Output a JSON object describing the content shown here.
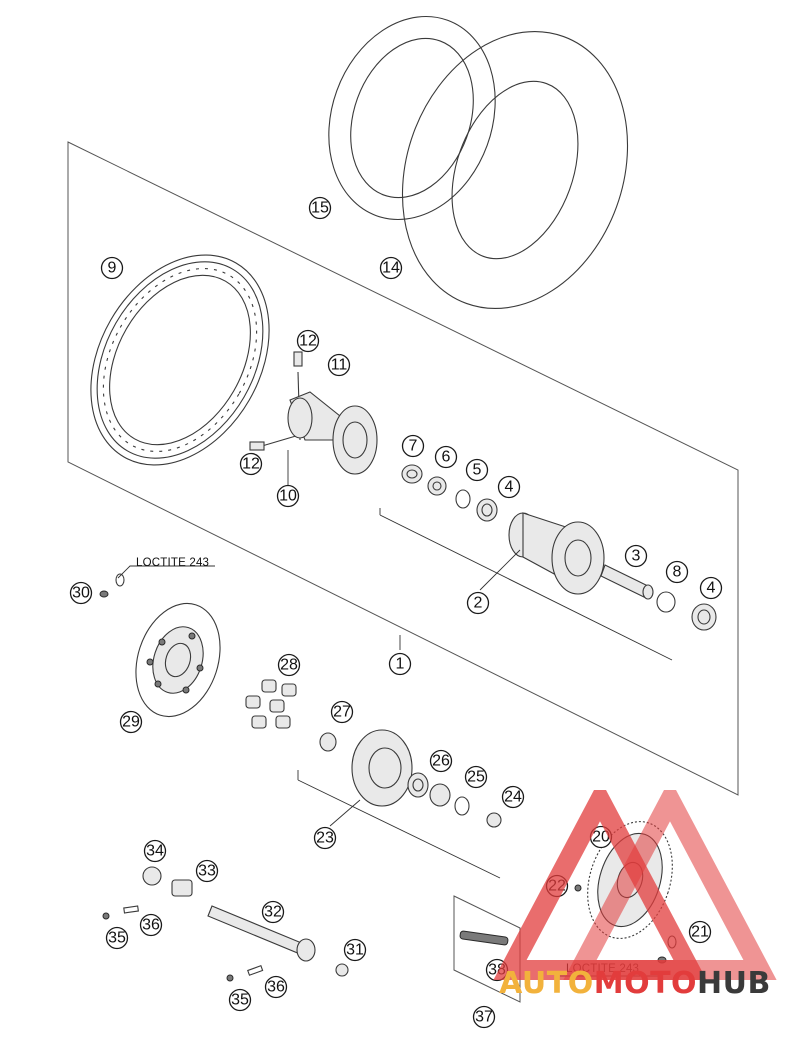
{
  "diagram": {
    "loctite_label": "LOCTITE 243",
    "callouts": [
      {
        "id": "c1",
        "label": "1"
      },
      {
        "id": "c2",
        "label": "2"
      },
      {
        "id": "c3",
        "label": "3"
      },
      {
        "id": "c4a",
        "label": "4"
      },
      {
        "id": "c4b",
        "label": "4"
      },
      {
        "id": "c5",
        "label": "5"
      },
      {
        "id": "c6",
        "label": "6"
      },
      {
        "id": "c7",
        "label": "7"
      },
      {
        "id": "c8",
        "label": "8"
      },
      {
        "id": "c9",
        "label": "9"
      },
      {
        "id": "c10",
        "label": "10"
      },
      {
        "id": "c11",
        "label": "11"
      },
      {
        "id": "c12a",
        "label": "12"
      },
      {
        "id": "c12b",
        "label": "12"
      },
      {
        "id": "c14",
        "label": "14"
      },
      {
        "id": "c15",
        "label": "15"
      },
      {
        "id": "c20",
        "label": "20"
      },
      {
        "id": "c21",
        "label": "21"
      },
      {
        "id": "c22",
        "label": "22"
      },
      {
        "id": "c23",
        "label": "23"
      },
      {
        "id": "c24",
        "label": "24"
      },
      {
        "id": "c25",
        "label": "25"
      },
      {
        "id": "c26",
        "label": "26"
      },
      {
        "id": "c27",
        "label": "27"
      },
      {
        "id": "c28",
        "label": "28"
      },
      {
        "id": "c29",
        "label": "29"
      },
      {
        "id": "c30",
        "label": "30"
      },
      {
        "id": "c31",
        "label": "31"
      },
      {
        "id": "c32",
        "label": "32"
      },
      {
        "id": "c33",
        "label": "33"
      },
      {
        "id": "c34",
        "label": "34"
      },
      {
        "id": "c35a",
        "label": "35"
      },
      {
        "id": "c35b",
        "label": "35"
      },
      {
        "id": "c36a",
        "label": "36"
      },
      {
        "id": "c36b",
        "label": "36"
      },
      {
        "id": "c37",
        "label": "37"
      },
      {
        "id": "c38",
        "label": "38"
      }
    ]
  },
  "watermark": {
    "part_auto": "AUTO",
    "part_moto": "MOTO",
    "part_hub": "HUB",
    "color_red": "#e23c3c",
    "color_yellow": "#f2b23c",
    "color_dark": "#3a3a3a"
  }
}
